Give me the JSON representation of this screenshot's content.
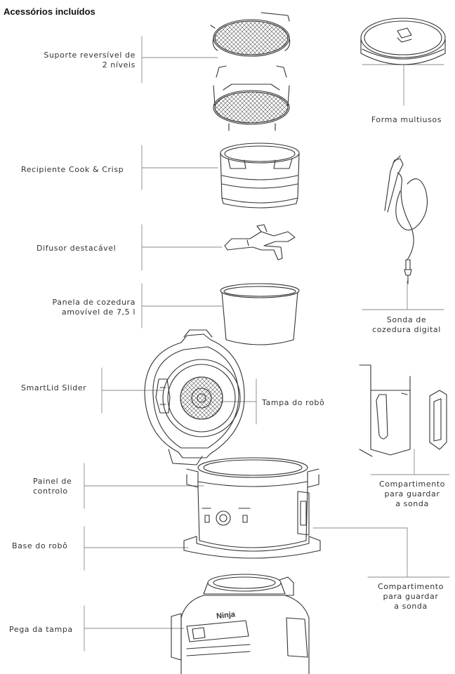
{
  "heading": "Acessórios incluídos",
  "labels": {
    "suporte": [
      "Suporte reversível de",
      "2 níveis"
    ],
    "recipiente": [
      "Recipiente Cook & Crisp"
    ],
    "difusor": [
      "Difusor destacável"
    ],
    "panela": [
      "Panela de cozedura",
      "amovível de 7,5 l"
    ],
    "smartlid": [
      "SmartLid Slider"
    ],
    "tampa": [
      "Tampa do robô"
    ],
    "painel": [
      "Painel de",
      "controlo"
    ],
    "base": [
      "Base do robô"
    ],
    "pega": [
      "Pega da tampa"
    ],
    "forma": [
      "Forma multiusos"
    ],
    "sonda": [
      "Sonda de",
      "cozedura digital"
    ],
    "compartimento1": [
      "Compartimento",
      "para guardar",
      "a sonda"
    ],
    "compartimento2": [
      "Compartimento",
      "para guardar",
      "a sonda"
    ]
  },
  "brand": "Ninja"
}
